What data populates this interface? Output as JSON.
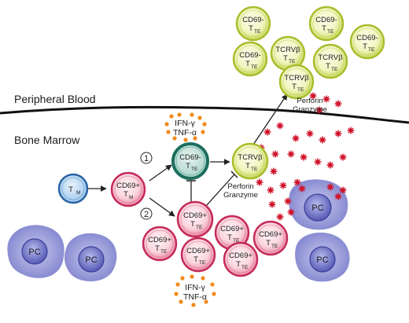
{
  "regions": {
    "peripheral_blood": "Peripheral Blood",
    "bone_marrow": "Bone Marrow"
  },
  "steps": {
    "one": "1",
    "two": "2"
  },
  "cytokines": {
    "top": {
      "ifn": "IFN-γ",
      "tnf": "TNF-α"
    },
    "bottom": {
      "ifn": "IFN-γ",
      "tnf": "TNF-α"
    }
  },
  "effector_labels": {
    "bm": {
      "perforin": "Perforin",
      "granzyme": "Granzyme"
    },
    "pb": {
      "perforin": "Perforin",
      "granzyme": "Granzyme"
    }
  },
  "cells": {
    "tm": {
      "main": "T",
      "sub": "M"
    },
    "cd69_tm": {
      "line1": "CD69+",
      "main": "T",
      "sub": "M"
    },
    "cd69neg_tte_bm": {
      "line1": "CD69-",
      "main": "T",
      "sub": "TE"
    },
    "tcrvb_tte_bm": {
      "line1": "TCRVβ",
      "main": "T",
      "sub": "TE"
    },
    "cd69pos_tte": {
      "line1": "CD69+",
      "main": "T",
      "sub": "TE"
    },
    "pb_cd69neg": {
      "line1": "CD69-",
      "main": "T",
      "sub": "TE"
    },
    "pb_tcrvb": {
      "line1": "TCRVβ",
      "main": "T",
      "sub": "TE"
    },
    "plasma_cell": "PC"
  },
  "colors": {
    "tm_fill": "#7fb3df",
    "cd69pos_fill": "#ef8aa6",
    "cd69neg_bm_fill": "#2e8a78",
    "tte_green": "#d4e36a",
    "pc_fill": "#6c70c4",
    "cytokine_dot": "#f08a1c",
    "granule": "#d0142b"
  }
}
